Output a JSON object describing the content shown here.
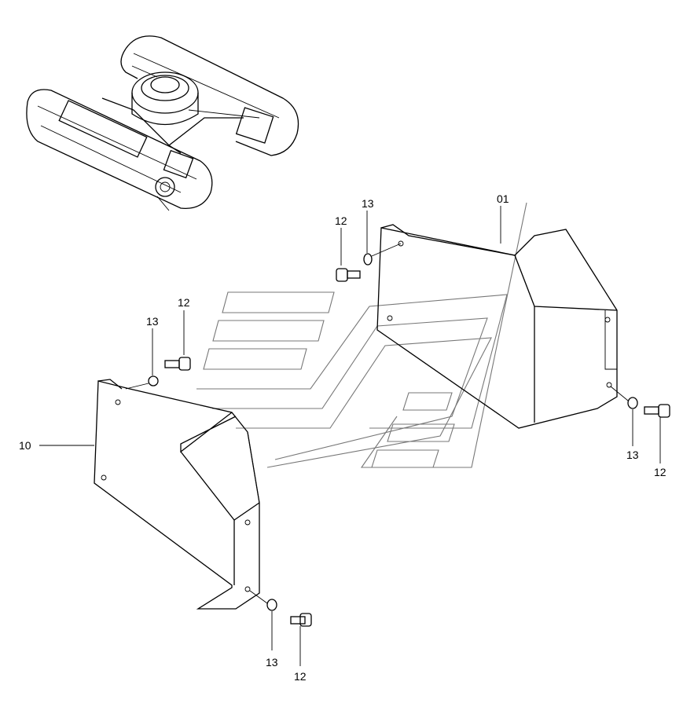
{
  "callouts": {
    "c_01": "01",
    "c_10": "10",
    "c_12a": "12",
    "c_13a": "13",
    "c_12b": "12",
    "c_13b": "13",
    "c_13c": "13",
    "c_12c": "12",
    "c_13d": "13",
    "c_12d": "12"
  },
  "colors": {
    "line": "#000000",
    "watermark": "#777777",
    "background": "#ffffff"
  }
}
